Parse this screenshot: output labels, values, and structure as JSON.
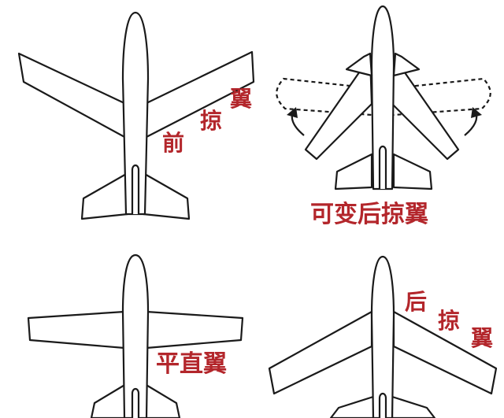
{
  "labels": {
    "forward_swept": [
      "前",
      "掠",
      "翼"
    ],
    "variable_swept": "可变后掠翼",
    "straight": "平直翼",
    "swept_back": [
      "后",
      "掠",
      "翼"
    ]
  },
  "colors": {
    "label": "#b3262b",
    "outline": "#1a1a1a",
    "background": "#ffffff"
  }
}
